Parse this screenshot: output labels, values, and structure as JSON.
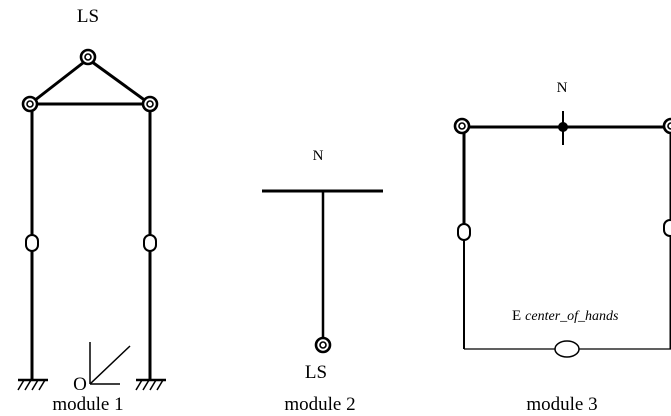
{
  "modules": [
    {
      "caption": "module 1",
      "top_label": "LS",
      "origin_label": "O"
    },
    {
      "caption": "module 2",
      "top_label": "N",
      "bottom_label": "LS"
    },
    {
      "caption": "module 3",
      "top_label": "N",
      "bottom_label_prefix": "E",
      "bottom_label_italic": "center_of_hands"
    }
  ]
}
